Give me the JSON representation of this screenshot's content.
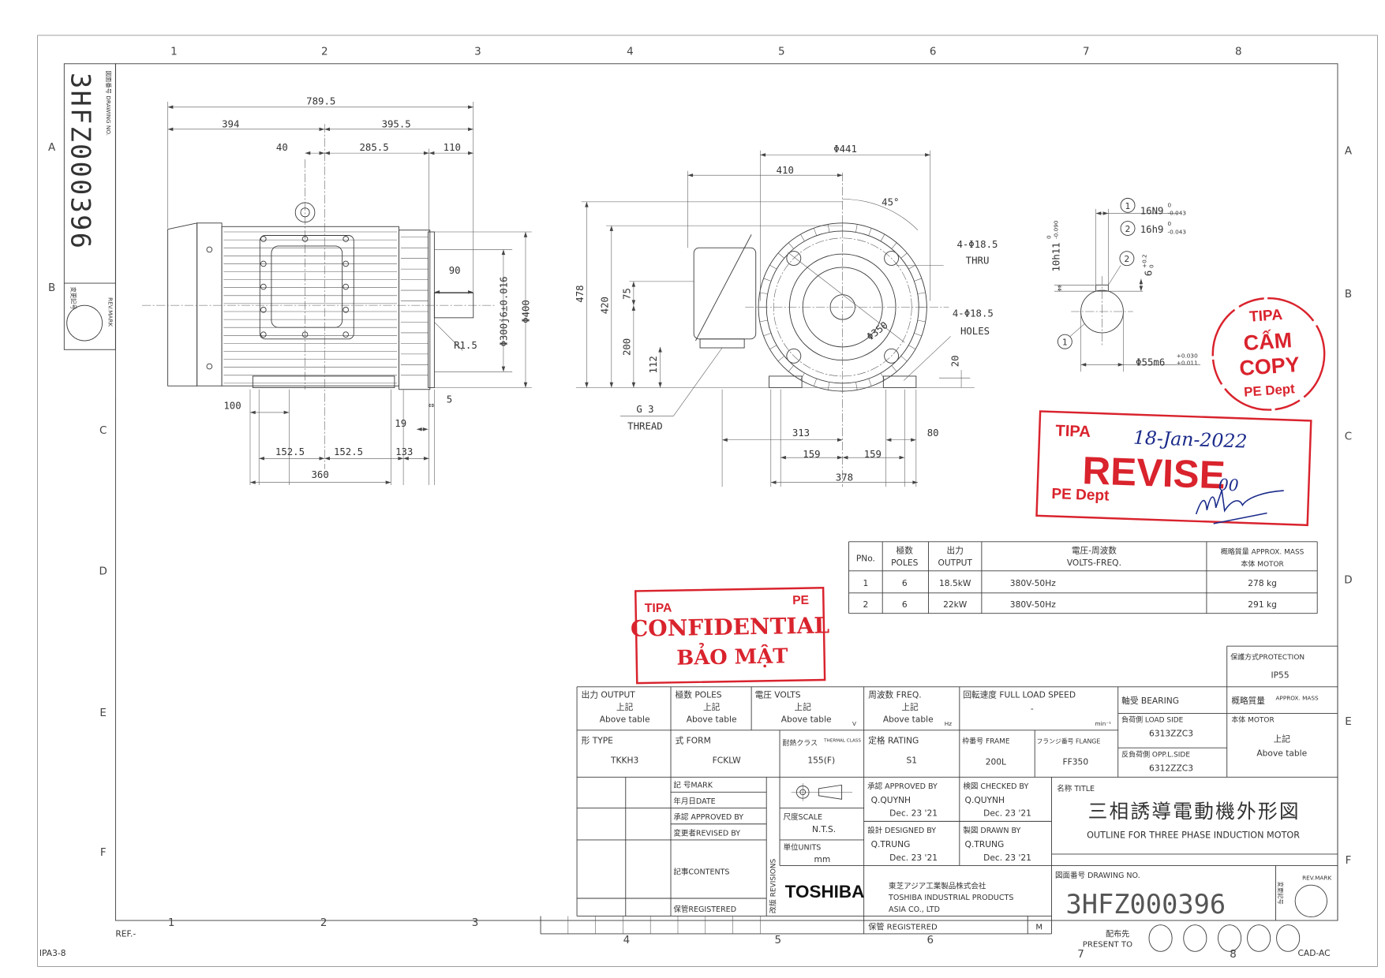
{
  "sheet": {
    "zone_columns": [
      "1",
      "2",
      "3",
      "4",
      "5",
      "6",
      "7",
      "8"
    ],
    "zone_rows": [
      "A",
      "B",
      "C",
      "D",
      "E",
      "F"
    ],
    "ref_label": "REF.-",
    "sheet_code": "IPA3-8",
    "cad_code": "CAD-AC",
    "present_to_jp": "配布先",
    "present_to": "PRESENT TO",
    "registered": "保管 REGISTERED",
    "m_mark": "M"
  },
  "side_strip": {
    "drawing_no_label": "図面番号 DRAWING NO.",
    "drawing_no": "3HFZ000396",
    "rev_mark_jp": "変更記号",
    "rev_mark": "REV.MARK"
  },
  "side_view": {
    "overall_length": "789.5",
    "left_to_center": "394",
    "center_to_end": "395.5",
    "terminal_offset": "40",
    "center_to_flange": "285.5",
    "shaft_length": "110",
    "key_length": "90",
    "spigot_dia": "Φ300j6±0.016",
    "flange_dia": "Φ400",
    "fillet": "R1.5",
    "foot_width": "100",
    "flange_thickness": "19",
    "spigot_depth": "5",
    "foot_pitch_left": "152.5",
    "foot_pitch_right": "152.5",
    "foot_to_flange": "133",
    "foot_length": "360"
  },
  "front_view": {
    "fin_dia": "Φ441",
    "terminal_box_width": "410",
    "angle": "45°",
    "flange_holes": "4-Φ18.5",
    "flange_holes_note": "THRU",
    "foot_holes": "4-Φ18.5",
    "foot_holes_note": "HOLES",
    "overall_height": "478",
    "terminal_height": "420",
    "terminal_offset": "75",
    "shaft_height": "200",
    "conduit_height": "112",
    "pcd": "Φ350",
    "foot_thickness": "20",
    "conduit_thread": "G 3",
    "conduit_thread_note": "THREAD",
    "conduit_offset": "313",
    "foot_width": "80",
    "foot_pitch_left": "159",
    "foot_pitch_right": "159",
    "base_width": "378"
  },
  "key_view": {
    "callout_1": "1",
    "callout_2": "2",
    "keyway_tol": "16N9",
    "keyway_tol_upper": "0",
    "keyway_tol_lower": "-0.043",
    "key_tol": "16h9",
    "key_tol_upper": "0",
    "key_tol_lower": "-0.043",
    "key_height": "10h11",
    "key_height_upper": "0",
    "key_height_lower": "-0.090",
    "key_depth": "6",
    "key_depth_upper": "+0.2",
    "key_depth_lower": "0",
    "shaft_dia": "Φ55m6",
    "shaft_dia_upper": "+0.030",
    "shaft_dia_lower": "+0.011"
  },
  "parts_table": {
    "headers": [
      {
        "jp": "",
        "en": "PNo."
      },
      {
        "jp": "極数",
        "en": "POLES"
      },
      {
        "jp": "出力",
        "en": "OUTPUT"
      },
      {
        "jp": "電圧-周波数",
        "en": "VOLTS-FREQ."
      },
      {
        "jp": "概略質量 APPROX. MASS",
        "en": "本体  MOTOR"
      }
    ],
    "rows": [
      [
        "1",
        "6",
        "18.5kW",
        "380V-50Hz",
        "278 kg"
      ],
      [
        "2",
        "6",
        "22kW",
        "380V-50Hz",
        "291 kg"
      ]
    ]
  },
  "protection": {
    "label": "保護方式PROTECTION",
    "value": "IP55"
  },
  "title_block": {
    "output": {
      "label": "出力 OUTPUT",
      "jp": "上記",
      "value": "Above table"
    },
    "poles": {
      "label": "極数 POLES",
      "jp": "上記",
      "value": "Above table"
    },
    "volts": {
      "label": "電圧 VOLTS",
      "jp": "上記",
      "value": "Above table",
      "unit": "V"
    },
    "freq": {
      "label": "周波数 FREQ.",
      "jp": "上記",
      "value": "Above table",
      "unit": "Hz"
    },
    "speed": {
      "label": "回転速度  FULL LOAD SPEED",
      "value": "-",
      "unit": "min⁻¹"
    },
    "bearing": {
      "label": "軸受   BEARING",
      "load_side_label": "負荷側  LOAD SIDE",
      "load_side": "6313ZZC3",
      "opp_side_label": "反負荷側 OPP.L.SIDE",
      "opp_side": "6312ZZC3"
    },
    "mass": {
      "label": "概略質量",
      "label_en": "APPROX. MASS",
      "motor_label": "本体     MOTOR",
      "jp": "上記",
      "value": "Above table"
    },
    "type": {
      "label": "形   TYPE",
      "value": "TKKH3"
    },
    "form": {
      "label": "式   FORM",
      "value": "FCKLW"
    },
    "thermal": {
      "label": "耐熱クラス",
      "label_en": "THERMAL CLASS",
      "value": "155(F)"
    },
    "rating": {
      "label": "定格   RATING",
      "value": "S1"
    },
    "frame": {
      "label": "枠番号 FRAME",
      "value": "200L"
    },
    "flange": {
      "label": "フランジ番号 FLANGE",
      "value": "FF350"
    },
    "revisions": {
      "mark": "記  号MARK",
      "date": "年月日DATE",
      "approved": "承認 APPROVED BY",
      "revised": "変更者REVISED BY",
      "contents": "記事CONTENTS",
      "registered": "保管REGISTERED",
      "vertical_label": "改版 REVISIONS"
    },
    "scale": {
      "label": "尺度SCALE",
      "value": "N.T.S."
    },
    "units": {
      "label": "単位UNITS",
      "value": "mm"
    },
    "approved_by": {
      "label": "承認 APPROVED BY",
      "name": "Q.QUYNH",
      "date": "Dec. 23 '21"
    },
    "checked_by": {
      "label": "検図 CHECKED BY",
      "name": "Q.QUYNH",
      "date": "Dec. 23 '21"
    },
    "designed_by": {
      "label": "設計 DESIGNED BY",
      "name": "Q.TRUNG",
      "date": "Dec. 23 '21"
    },
    "drawn_by": {
      "label": "製図 DRAWN BY",
      "name": "Q.TRUNG",
      "date": "Dec. 23 '21"
    },
    "title": {
      "label": "名称 TITLE",
      "jp": "三相誘導電動機外形図",
      "en": "OUTLINE FOR THREE PHASE INDUCTION MOTOR"
    },
    "company": {
      "logo": "TOSHIBA",
      "jp": "東芝アジア工業製品株式会社",
      "en_line1": "TOSHIBA INDUSTRIAL PRODUCTS",
      "en_line2": "ASIA CO., LTD"
    },
    "drawing_no": {
      "label": "図面番号 DRAWING NO.",
      "value": "3HFZ000396"
    },
    "rev_mark": {
      "label": "REV.MARK",
      "jp": "変更記号"
    }
  },
  "stamps": {
    "stamp_color": "#d9232d",
    "ink_color": "#1a2a8a",
    "no_copy": {
      "org": "TIPA",
      "line1": "CẤM",
      "line2": "COPY",
      "dept": "PE Dept"
    },
    "revise": {
      "org": "TIPA",
      "date": "18-Jan-2022",
      "text": "REVISE",
      "suffix": "00",
      "dept": "PE Dept"
    },
    "confidential": {
      "org": "TIPA",
      "dept": "PE",
      "text": "CONFIDENTIAL",
      "text_vi": "BẢO MẬT"
    }
  }
}
